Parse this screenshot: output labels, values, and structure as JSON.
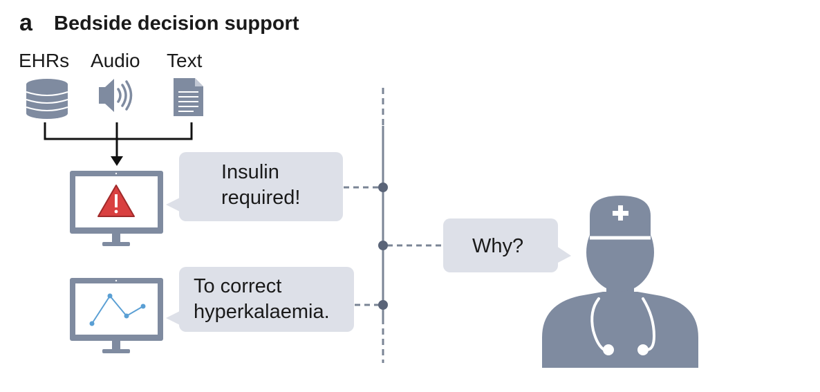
{
  "panel": {
    "letter": "a",
    "title": "Bedside decision support"
  },
  "inputs": [
    {
      "label": "EHRs",
      "icon": "database-icon"
    },
    {
      "label": "Audio",
      "icon": "speaker-icon"
    },
    {
      "label": "Text",
      "icon": "document-icon"
    }
  ],
  "messages": {
    "alert": [
      "Insulin",
      "required!"
    ],
    "question": "Why?",
    "answer": [
      "To correct",
      "hyperkalaemia."
    ]
  },
  "colors": {
    "icon": "#7f8ba0",
    "bubble": "#dde0e8",
    "line": "#7a8495",
    "alert": "#d94040",
    "chart": "#5a9fd4"
  }
}
